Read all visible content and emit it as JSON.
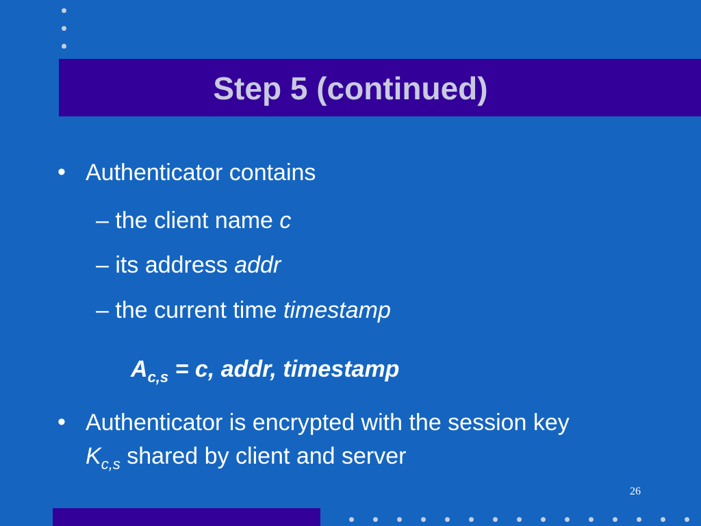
{
  "slide": {
    "title": "Step 5 (continued)",
    "bullets": [
      {
        "text": "Authenticator contains",
        "subitems": [
          {
            "dash": "–",
            "text": "the client name ",
            "italic": "c"
          },
          {
            "dash": "–",
            "text": "its address ",
            "italic": "addr"
          },
          {
            "dash": "–",
            "text": " the current time ",
            "italic": "timestamp"
          }
        ]
      },
      {
        "text": "Authenticator is encrypted with the session key",
        "line2_var": "K",
        "line2_sub": "c,s",
        "line2_text": " shared by client and server"
      }
    ],
    "formula": {
      "var": "A",
      "sub": "c,s",
      "rhs": " = c, addr, timestamp"
    },
    "page_number": "26"
  },
  "colors": {
    "background": "#1565C0",
    "title_band": "#330099",
    "title_text": "#C9CAE0",
    "body_text": "#FFFFFF",
    "dots": "#C5CFE0"
  }
}
